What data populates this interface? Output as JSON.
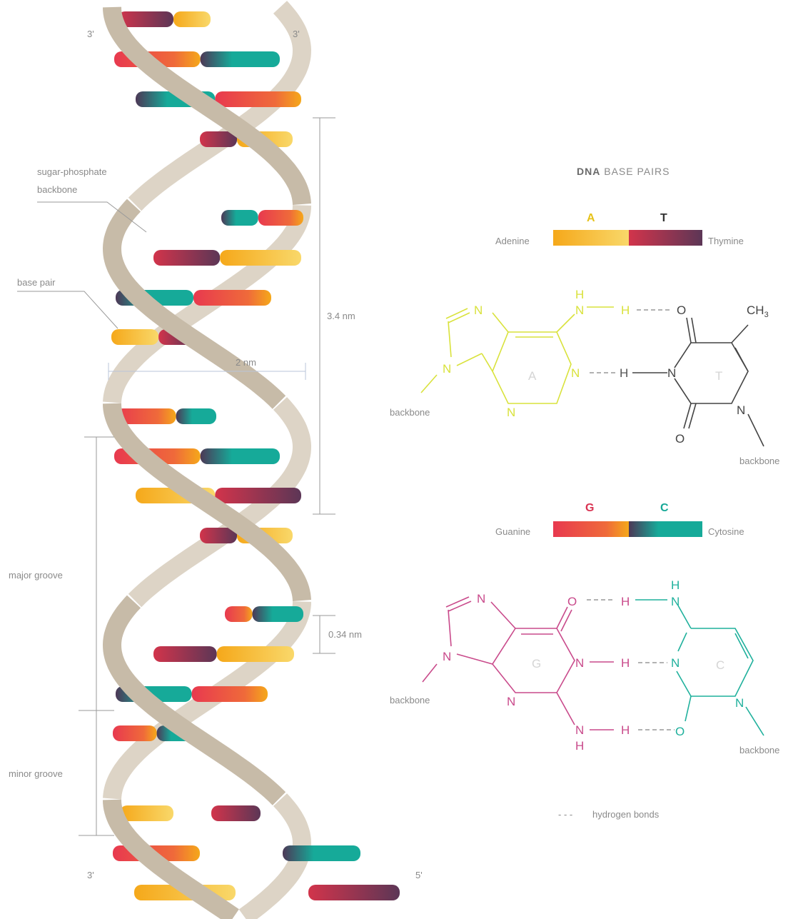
{
  "labels": {
    "backbone_line1": "sugar-phosphate",
    "backbone_line2": "backbone",
    "base_pair": "base pair",
    "major_groove": "major groove",
    "minor_groove": "minor groove",
    "dim_34": "3.4 nm",
    "dim_2": "2 nm",
    "dim_034": "0.34 nm",
    "end_tl": "3'",
    "end_tr": "3'",
    "end_bl": "3'",
    "end_br": "5'"
  },
  "legend": {
    "title_bold": "DNA",
    "title_rest": " BASE PAIRS",
    "a_letter": "A",
    "t_letter": "T",
    "adenine": "Adenine",
    "thymine": "Thymine",
    "g_letter": "G",
    "c_letter": "C",
    "guanine": "Guanine",
    "cytosine": "Cytosine",
    "hbond_mark": "- - -",
    "hbond": "hydrogen bonds"
  },
  "at_molecule": {
    "n_top": "N",
    "n_left": "N",
    "n_bottom": "N",
    "n_right": "N",
    "ring_label": "A",
    "nh_h": "H",
    "nh_n": "N",
    "h_bond_h": "H",
    "h_mid": "H",
    "t_o_top": "O",
    "t_ch3": "CH",
    "t_ch3_sub": "3",
    "t_n_left": "N",
    "t_ring_label": "T",
    "t_n_bottom": "N",
    "t_o_bottom": "O",
    "backbone_a": "backbone",
    "backbone_t": "backbone"
  },
  "gc_molecule": {
    "n_top": "N",
    "n_left": "N",
    "n_bottom": "N",
    "o_top": "O",
    "h_top": "H",
    "n_right1": "N",
    "ring_label": "G",
    "h_mid": "H",
    "n_h_top": "H",
    "n_nh": "N",
    "n_bottom_nh": "N",
    "h_bottom": "H",
    "h_sub": "H",
    "o_bottom": "O",
    "c_n_left": "N",
    "c_ring_label": "C",
    "c_n_bottom": "N",
    "backbone_g": "backbone",
    "backbone_c": "backbone"
  },
  "colors": {
    "adenine": "#f5b819",
    "thymine": "#6b3654",
    "guanine": "#e8394f",
    "cytosine": "#16aa99",
    "strand": "#c7bba8",
    "strand_light": "#ddd4c6",
    "at_molecule": "#d9e23c",
    "gc_molecule": "#c94a8b",
    "cytosine_molecule": "#1fb09c"
  }
}
